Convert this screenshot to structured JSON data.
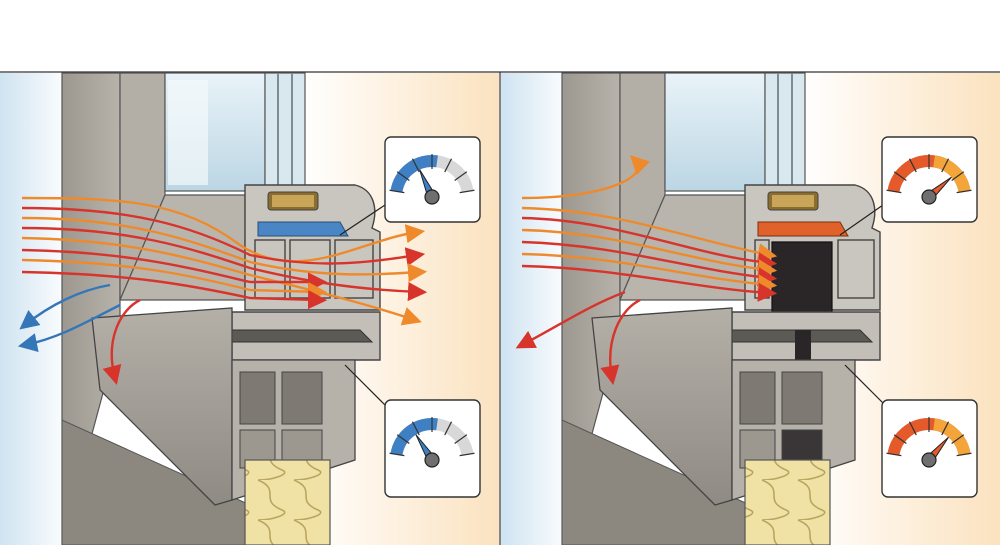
{
  "colors": {
    "background": "#ffffff",
    "outside_cold": "#dbeaf3",
    "inside_warm": "#fbe4c4",
    "frame_gray": "#a8a49c",
    "frame_dark": "#6d6a64",
    "heat_red": "#d7342c",
    "heat_orange": "#ef8a2c",
    "cold_blue": "#3576b8",
    "gasket_blue": "#4a86c6",
    "gasket_orange": "#e0622a",
    "insulation_yellow": "#efe2a4",
    "thermal_break_dark": "#2a2526",
    "glass_blue": "#cfe4ef"
  },
  "panels": [
    {
      "id": "left",
      "gasket_color": "blue",
      "gauge_top": "low",
      "gauge_bottom": "low",
      "thermal_break": "absent"
    },
    {
      "id": "right",
      "gasket_color": "orange",
      "gauge_top": "high",
      "gauge_bottom": "high",
      "thermal_break": "present"
    }
  ],
  "gauges": {
    "left_top_level": 0.35,
    "left_bottom_level": 0.3,
    "right_top_level": 0.8,
    "right_bottom_level": 0.75
  },
  "icons": [
    "thermometer-gauge-icon",
    "heat-flow-arrow-icon",
    "cold-flow-arrow-icon"
  ]
}
